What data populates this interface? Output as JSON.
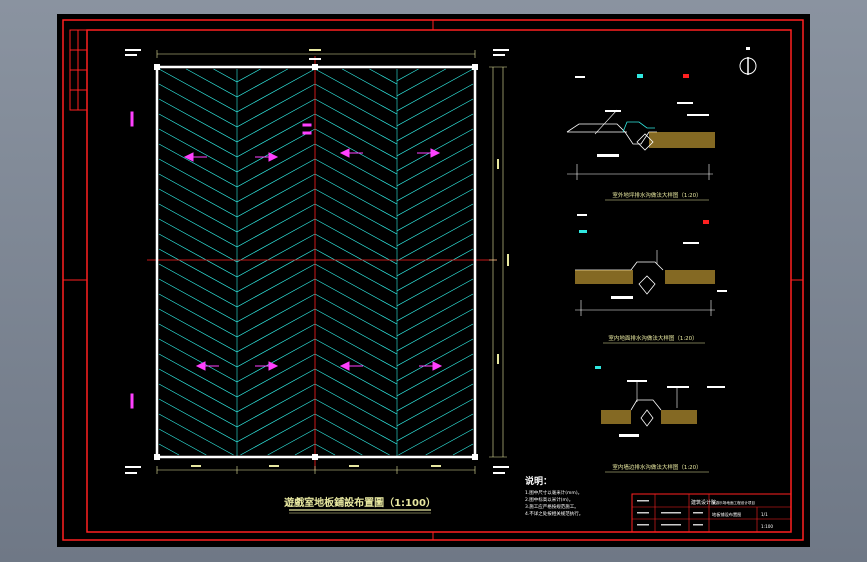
{
  "drawing": {
    "plan_title": "遊戲室地板鋪設布置圖（1:100）",
    "notes_title": "说明：",
    "notes": [
      "1.图中尺寸以毫米计(mm)。",
      "2.图中标高以米计(m)。",
      "3.施工应严格按规范施工。",
      "4.不详之处按相关规范执行。"
    ],
    "section_titles": [
      "室外地坪排水沟做法大样图（1:20）",
      "室内地面排水沟做法大样图（1:20）",
      "室内墙边排水沟做法大样图（1:20）"
    ],
    "title_block": {
      "company": "建筑设计院",
      "project": "某游乐场地面工程设计项目",
      "drawing_name": "地板铺设布置图",
      "sheet_no": "1/1",
      "scale": "1:100"
    }
  },
  "colors": {
    "background": "#000000",
    "frame": "#ff2020",
    "wall": "#ffffff",
    "hatch": "#30e8e0",
    "axis": "#ff2020",
    "dimension": "#e8e8a0",
    "annotation": "#ff40ff",
    "section_fill": "#f0c040"
  },
  "icons": [
    "north-arrow-icon",
    "column-marker-icon",
    "flow-arrow-icon"
  ]
}
